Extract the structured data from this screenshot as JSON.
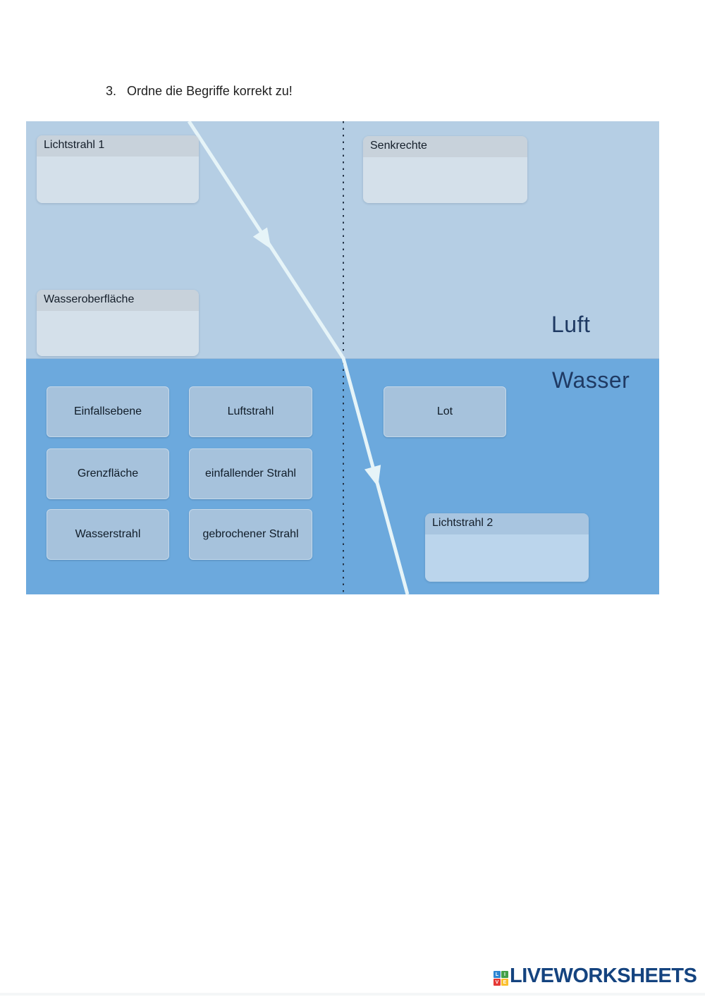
{
  "page": {
    "title_number": "3.",
    "title_text": "Ordne die Begriffe korrekt zu!"
  },
  "diagram": {
    "region_labels": {
      "air": "Luft",
      "water": "Wasser"
    },
    "drop_zones": [
      {
        "label": "Lichtstrahl 1"
      },
      {
        "label": "Senkrechte"
      },
      {
        "label": "Wasseroberfläche"
      },
      {
        "label": "Lichtstrahl 2"
      }
    ],
    "word_buttons": [
      {
        "label": "Einfallsebene"
      },
      {
        "label": "Luftstrahl"
      },
      {
        "label": "Lot"
      },
      {
        "label": "Grenzfläche"
      },
      {
        "label": "einfallender Strahl"
      },
      {
        "label": "Wasserstrahl"
      },
      {
        "label": "gebrochener Strahl"
      }
    ],
    "colors": {
      "air_background": "#b5cee4",
      "water_background": "#6ca9dd",
      "light_ray": "#e6f4f8",
      "normal_line": "#243447",
      "region_label_text": "#1f3a63",
      "zone_header_air": "#c8d2db",
      "zone_body_air": "#d4e0ea",
      "zone_header_water": "#a8c5e0",
      "zone_body_water": "#bbd5ec",
      "word_button_background": "#a6c2dc"
    }
  },
  "footer": {
    "brand": "LIVEWORKSHEETS",
    "logo_letters": [
      "L",
      "I",
      "V",
      "E"
    ],
    "logo_colors": [
      "#2e86d3",
      "#43a047",
      "#e53935",
      "#fbc02d"
    ]
  }
}
